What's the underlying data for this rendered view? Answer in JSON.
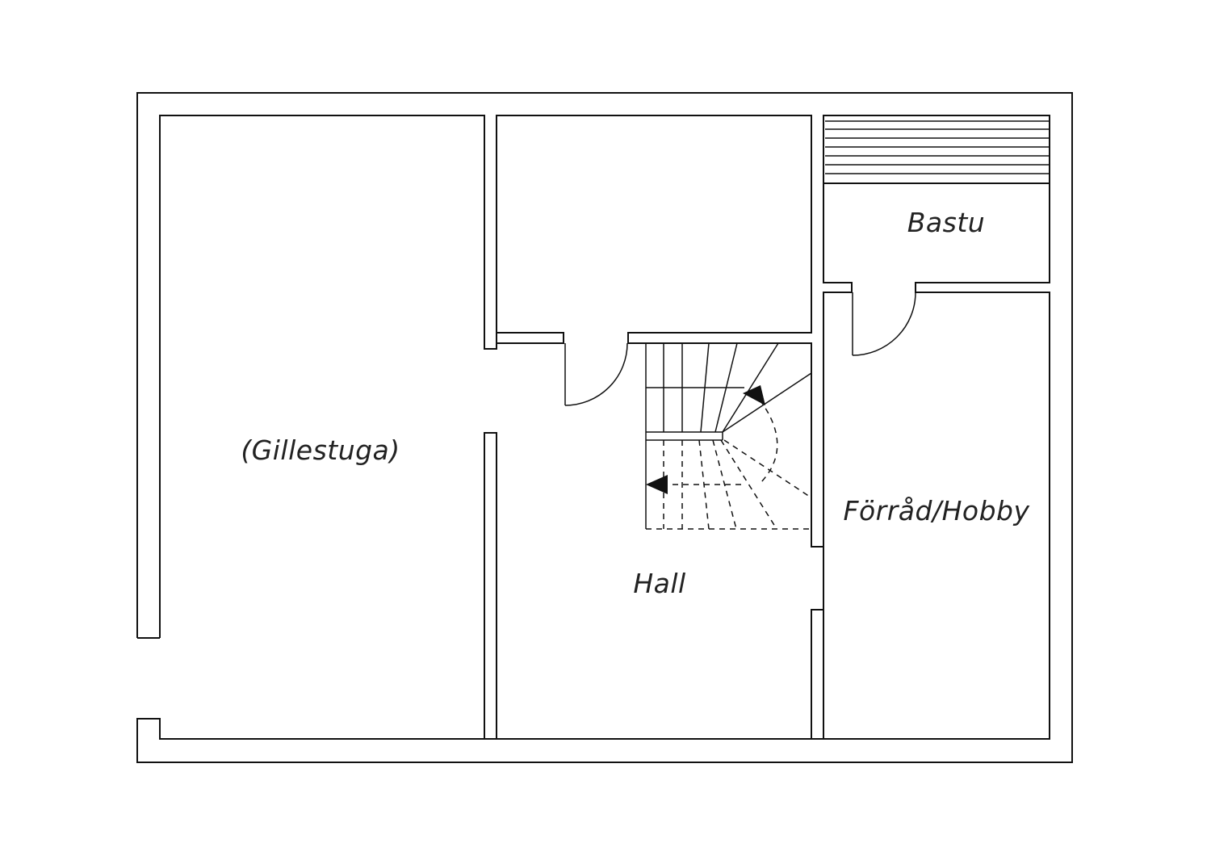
{
  "floor_plan": {
    "rooms": {
      "gillestuga": "(Gillestuga)",
      "bastu": "Bastu",
      "forrad_hobby": "Förråd/Hobby",
      "hall": "Hall"
    }
  }
}
